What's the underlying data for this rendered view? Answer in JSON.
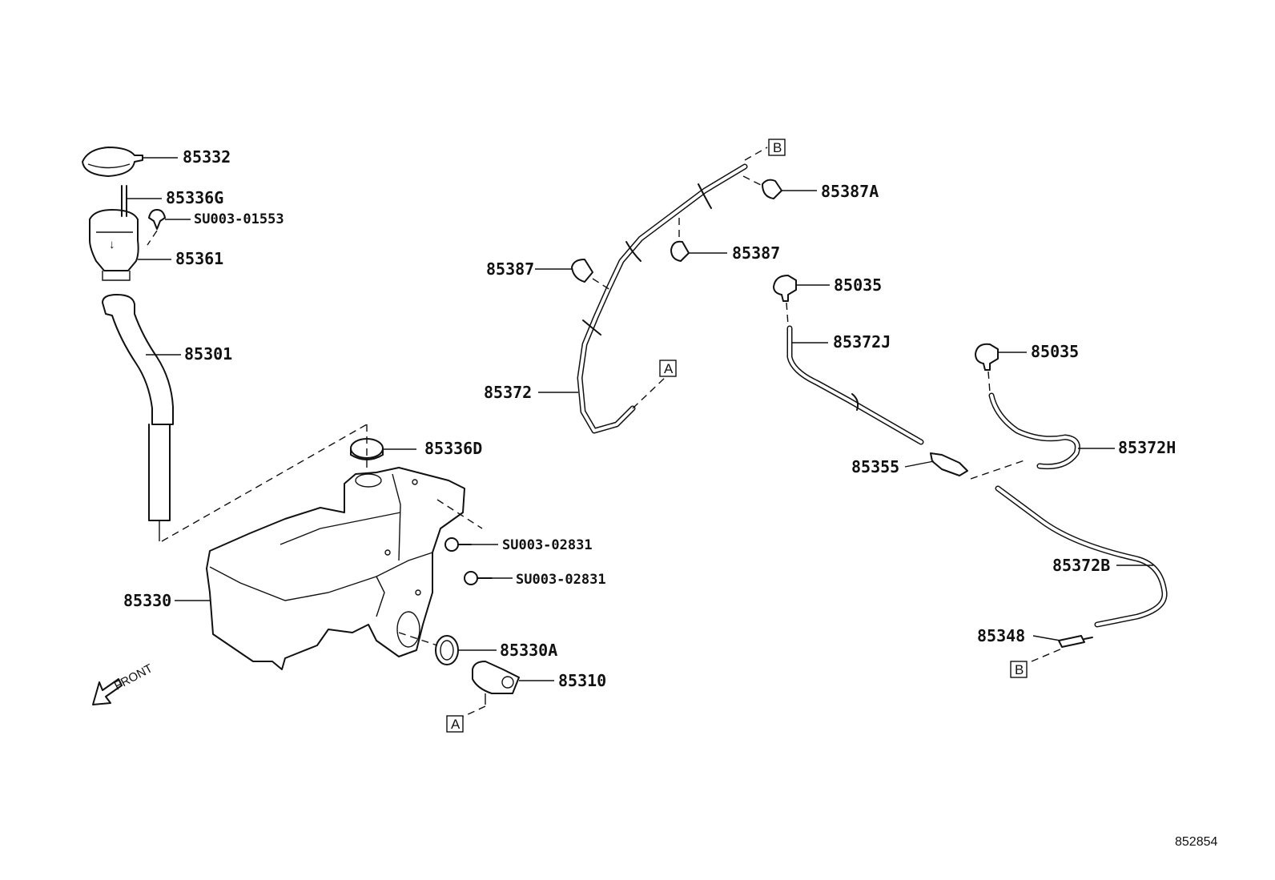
{
  "parts": [
    {
      "id": "p85332",
      "label": "85332"
    },
    {
      "id": "p85336g",
      "label": "85336G"
    },
    {
      "id": "psu01553",
      "label": "SU003-01553"
    },
    {
      "id": "p85361",
      "label": "85361"
    },
    {
      "id": "p85301",
      "label": "85301"
    },
    {
      "id": "p85336d",
      "label": "85336D"
    },
    {
      "id": "psu02831a",
      "label": "SU003-02831"
    },
    {
      "id": "psu02831b",
      "label": "SU003-02831"
    },
    {
      "id": "p85330",
      "label": "85330"
    },
    {
      "id": "p85330a",
      "label": "85330A"
    },
    {
      "id": "p85310",
      "label": "85310"
    },
    {
      "id": "p85387a",
      "label": "85387A"
    },
    {
      "id": "p85387r",
      "label": "85387"
    },
    {
      "id": "p85387l",
      "label": "85387"
    },
    {
      "id": "p85372",
      "label": "85372"
    },
    {
      "id": "p85035a",
      "label": "85035"
    },
    {
      "id": "p85372j",
      "label": "85372J"
    },
    {
      "id": "p85035b",
      "label": "85035"
    },
    {
      "id": "p85355",
      "label": "85355"
    },
    {
      "id": "p85372h",
      "label": "85372H"
    },
    {
      "id": "p85372b",
      "label": "85372B"
    },
    {
      "id": "p85348",
      "label": "85348"
    }
  ],
  "connectors": [
    {
      "id": "boxA1",
      "letter": "A"
    },
    {
      "id": "boxA2",
      "letter": "A"
    },
    {
      "id": "boxB1",
      "letter": "B"
    },
    {
      "id": "boxB2",
      "letter": "B"
    }
  ],
  "direction_label": "FRONT",
  "diagram_ref": "852854"
}
